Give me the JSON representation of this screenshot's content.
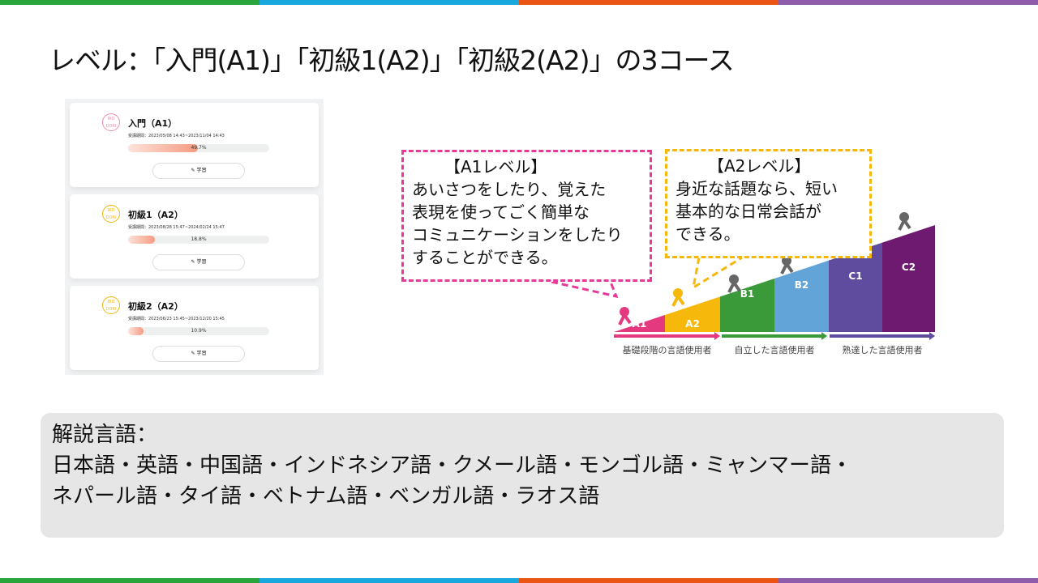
{
  "stripe_colors": [
    "#2ca43c",
    "#18a8dc",
    "#ea5414",
    "#8e5ca8"
  ],
  "title": "レベル：「入門(A1)」「初級1(A2)」「初級2(A2)」の3コース",
  "courses": [
    {
      "name": "入門（A1）",
      "period": "受講期間：2023/05/08 14:43~2023/11/04 14:43",
      "progress": 49.7,
      "progress_label": "49.7%",
      "button": "✎ 学習",
      "logo_color": "#f08cb0",
      "logo_text": "IRO DORI"
    },
    {
      "name": "初級1（A2）",
      "period": "受講期間：2023/08/28 15:47~2024/02/24 15:47",
      "progress": 18.8,
      "progress_label": "18.8%",
      "button": "✎ 学習",
      "logo_color": "#f5b70a",
      "logo_text": "IRO DORI"
    },
    {
      "name": "初級2（A2）",
      "period": "受講期間：2023/06/23 15:45~2023/12/20 15:45",
      "progress": 10.9,
      "progress_label": "10.9%",
      "button": "✎ 学習",
      "logo_color": "#f5b70a",
      "logo_text": "IRO DORI"
    }
  ],
  "callout_a1": {
    "heading": "【A1レベル】",
    "lines": [
      "あいさつをしたり、覚えた",
      "表現を使ってごく簡単な",
      "コミュニケーションをしたり",
      "することができる。"
    ]
  },
  "callout_a2": {
    "heading": "【A2レベル】",
    "lines": [
      "身近な話題なら、短い",
      "基本的な日常会話が",
      "できる。"
    ]
  },
  "levels": [
    {
      "label": "A1",
      "color": "#e4387f"
    },
    {
      "label": "A2",
      "color": "#f7b80c"
    },
    {
      "label": "B1",
      "color": "#3a9a3a"
    },
    {
      "label": "B2",
      "color": "#62a3d8"
    },
    {
      "label": "C1",
      "color": "#5f4c9e"
    },
    {
      "label": "C2",
      "color": "#6e1a70"
    }
  ],
  "stages": [
    {
      "label": "基礎段階の言語使用者",
      "color": "#e4387f"
    },
    {
      "label": "自立した言語使用者",
      "color": "#3a9a3a"
    },
    {
      "label": "熟達した言語使用者",
      "color": "#5f4c9e"
    }
  ],
  "languages": {
    "heading": "解説言語：",
    "line1": "日本語・英語・中国語・インドネシア語・クメール語・モンゴル語・ミャンマー語・",
    "line2": "ネパール語・タイ語・ベトナム語・ベンガル語・ラオス語"
  }
}
